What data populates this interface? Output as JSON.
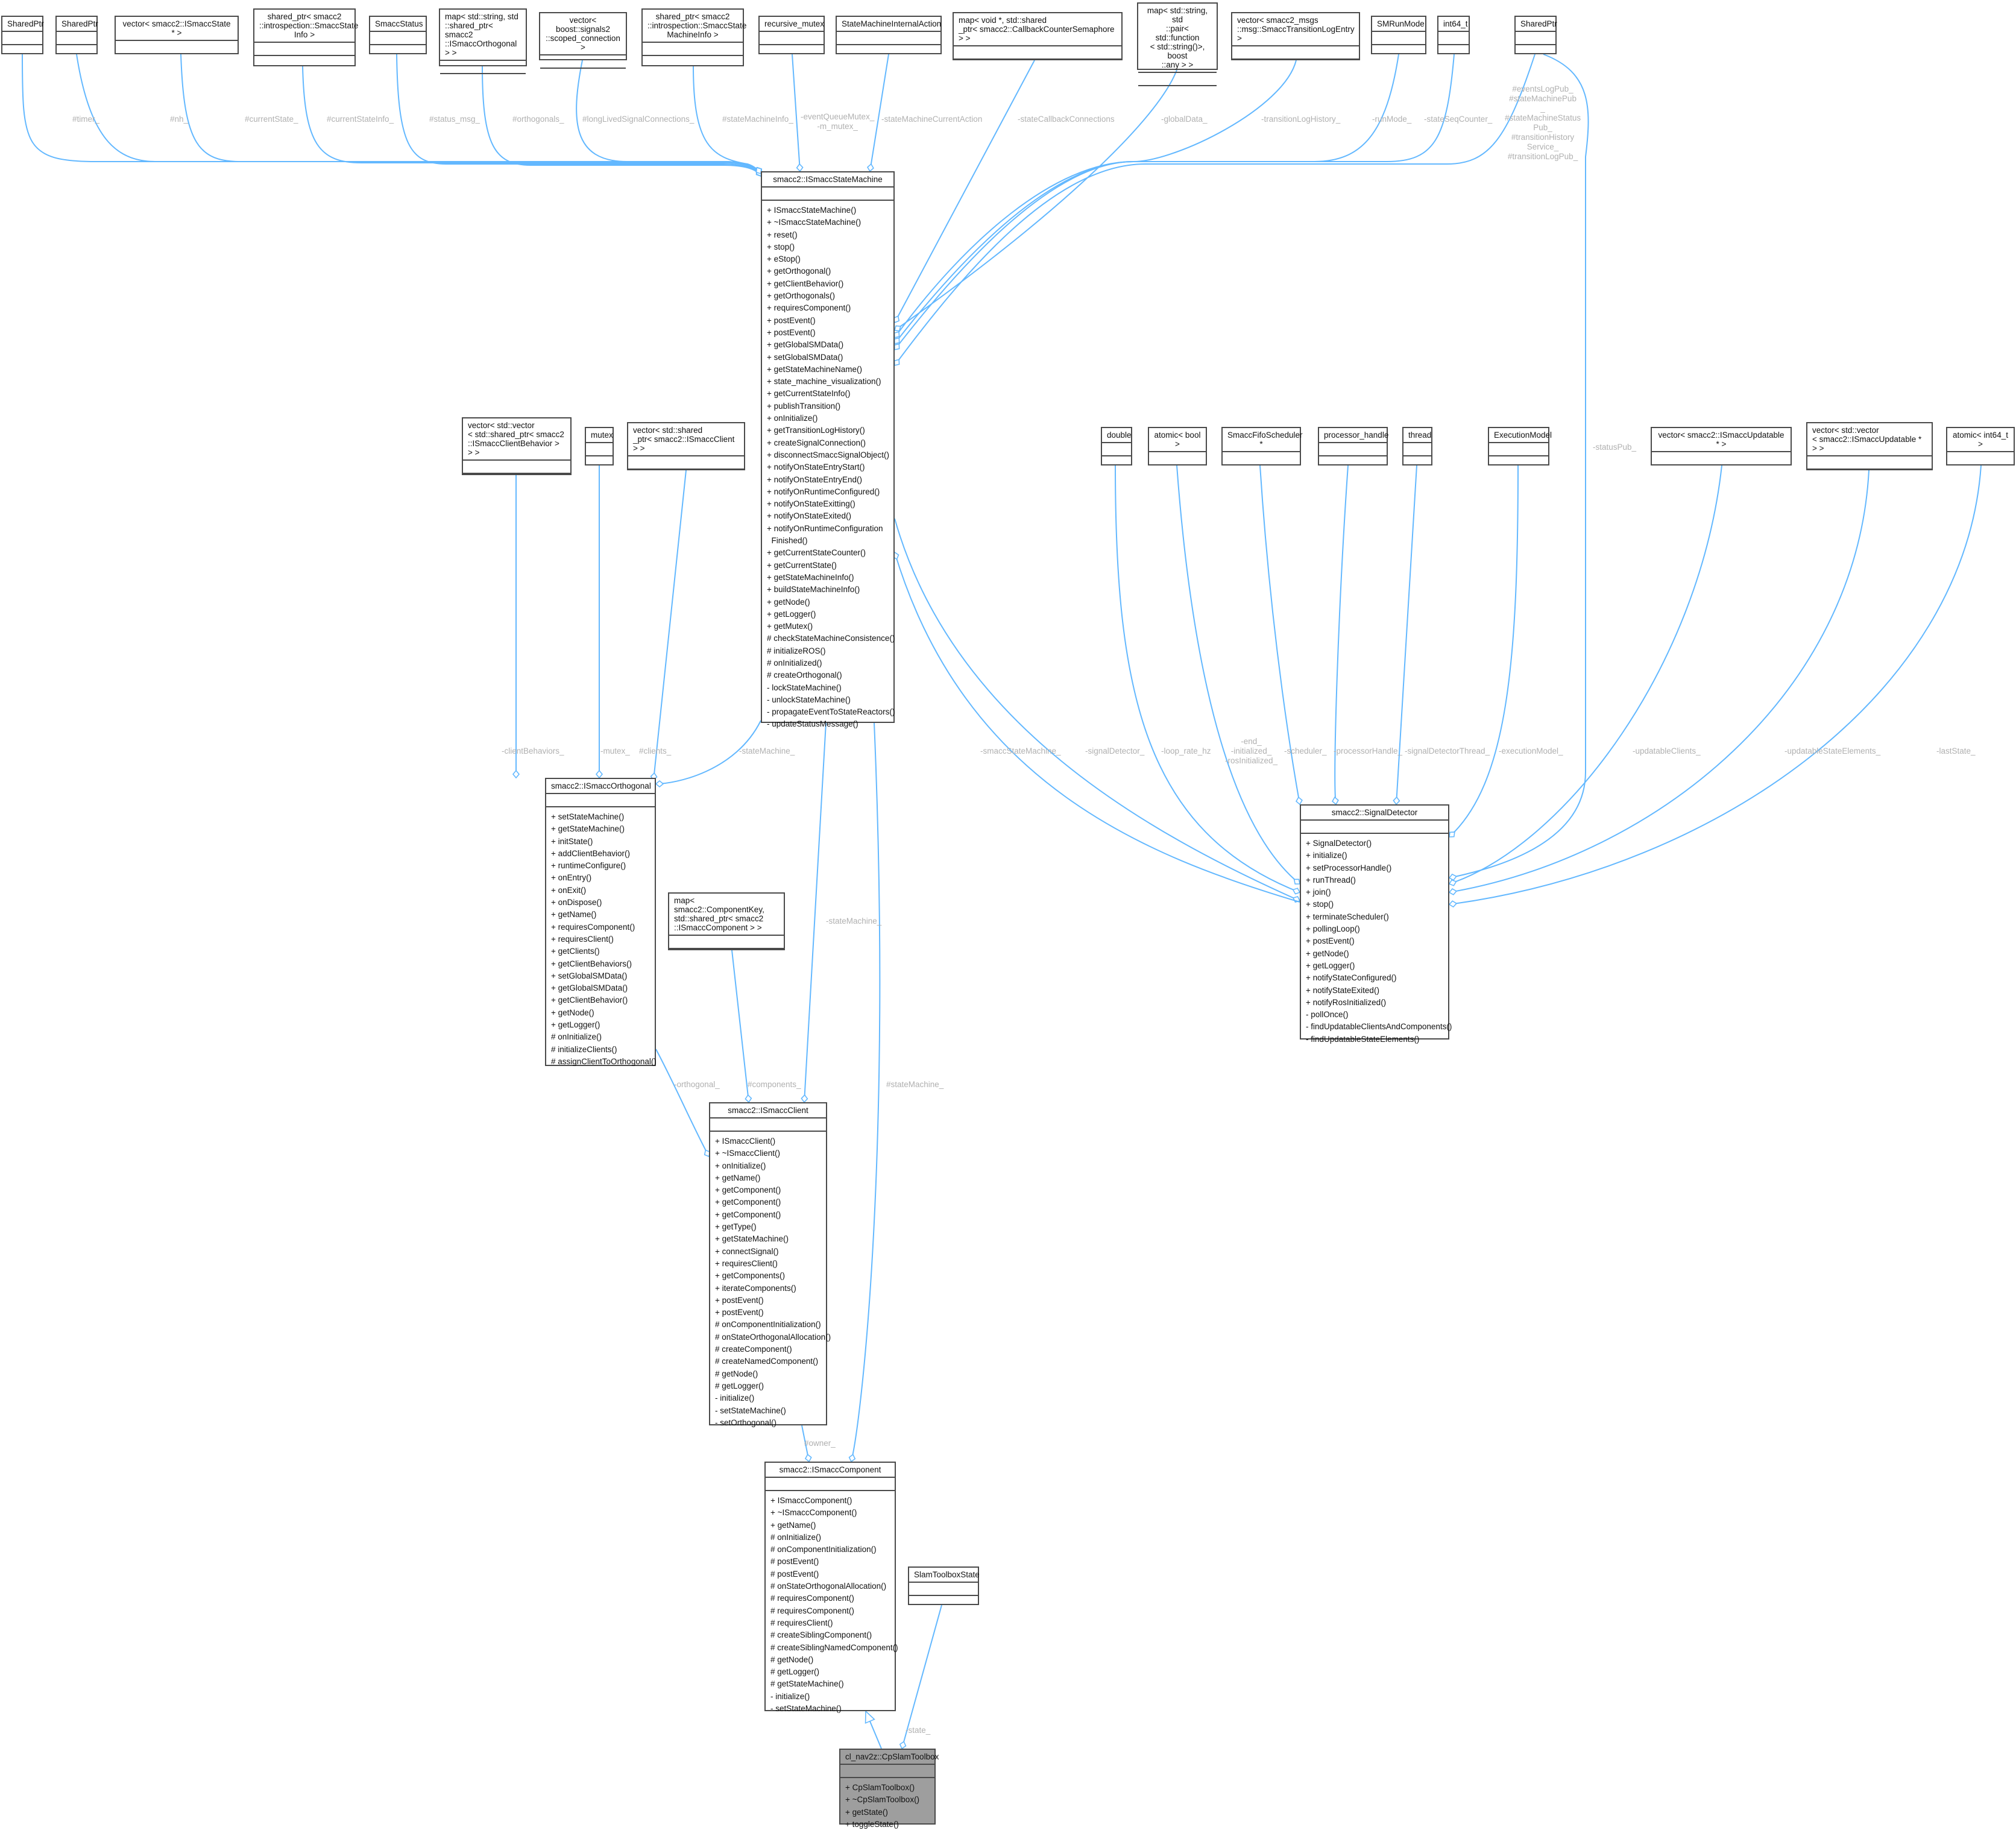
{
  "diagram": {
    "type": "uml-collaboration-diagram",
    "colors": {
      "edge": "#63b8ff",
      "box_border": "#4a4a4a",
      "label": "#b0b0b0",
      "highlight_fill": "#9e9e9e"
    },
    "nodes": [
      {
        "id": "sharedptr_1",
        "title": "SharedPtr"
      },
      {
        "id": "sharedptr_2",
        "title": "SharedPtr"
      },
      {
        "id": "vec_state",
        "title": "vector< smacc2::ISmaccState * >"
      },
      {
        "id": "sp_stateinfo",
        "title": "shared_ptr< smacc2\n::introspection::SmaccState\nInfo >"
      },
      {
        "id": "smacc_status",
        "title": "SmaccStatus"
      },
      {
        "id": "map_orthogonal",
        "title": "map< std::string, std\n::shared_ptr< smacc2\n::ISmaccOrthogonal > >"
      },
      {
        "id": "vec_scoped",
        "title": "vector< boost::signals2\n::scoped_connection >"
      },
      {
        "id": "sp_sminfo",
        "title": "shared_ptr< smacc2\n::introspection::SmaccState\nMachineInfo >"
      },
      {
        "id": "recursive_mutex",
        "title": "recursive_mutex"
      },
      {
        "id": "sm_internal_action",
        "title": "StateMachineInternalAction"
      },
      {
        "id": "map_semaphore",
        "title": "map< void *, std::shared\n_ptr< smacc2::CallbackCounterSemaphore > >"
      },
      {
        "id": "map_globaldata",
        "title": "map< std::string, std\n::pair< std::function\n< std::string()>, boost\n::any > >"
      },
      {
        "id": "vec_translog",
        "title": "vector< smacc2_msgs\n::msg::SmaccTransitionLogEntry >"
      },
      {
        "id": "smrunmode",
        "title": "SMRunMode"
      },
      {
        "id": "int64_t",
        "title": "int64_t"
      },
      {
        "id": "sharedptr_3",
        "title": "SharedPtr"
      },
      {
        "id": "istatemachine",
        "title": "smacc2::ISmaccStateMachine",
        "members": [
          "+ ISmaccStateMachine()",
          "+ ~ISmaccStateMachine()",
          "+ reset()",
          "+ stop()",
          "+ eStop()",
          "+ getOrthogonal()",
          "+ getClientBehavior()",
          "+ getOrthogonals()",
          "+ requiresComponent()",
          "+ postEvent()",
          "+ postEvent()",
          "+ getGlobalSMData()",
          "+ setGlobalSMData()",
          "+ getStateMachineName()",
          "+ state_machine_visualization()",
          "+ getCurrentStateInfo()",
          "+ publishTransition()",
          "+ onInitialize()",
          "+ getTransitionLogHistory()",
          "+ createSignalConnection()",
          "+ disconnectSmaccSignalObject()",
          "+ notifyOnStateEntryStart()",
          "+ notifyOnStateEntryEnd()",
          "+ notifyOnRuntimeConfigured()",
          "+ notifyOnStateExitting()",
          "+ notifyOnStateExited()",
          "+ notifyOnRuntimeConfiguration\n  Finished()",
          "+ getCurrentStateCounter()",
          "+ getCurrentState()",
          "+ getStateMachineInfo()",
          "+ buildStateMachineInfo()",
          "+ getNode()",
          "+ getLogger()",
          "+ getMutex()",
          "# checkStateMachineConsistence()",
          "# initializeROS()",
          "# onInitialized()",
          "# createOrthogonal()",
          "- lockStateMachine()",
          "- unlockStateMachine()",
          "- propagateEventToStateReactors()",
          "- updateStatusMessage()"
        ]
      },
      {
        "id": "vec_clientbehavior",
        "title": "vector< std::vector\n< std::shared_ptr< smacc2\n::ISmaccClientBehavior > > >"
      },
      {
        "id": "mutex",
        "title": "mutex"
      },
      {
        "id": "vec_clients",
        "title": "vector< std::shared\n_ptr< smacc2::ISmaccClient > >"
      },
      {
        "id": "iorthogonal",
        "title": "smacc2::ISmaccOrthogonal",
        "members": [
          "+ setStateMachine()",
          "+ getStateMachine()",
          "+ initState()",
          "+ addClientBehavior()",
          "+ runtimeConfigure()",
          "+ onEntry()",
          "+ onExit()",
          "+ onDispose()",
          "+ getName()",
          "+ requiresComponent()",
          "+ requiresClient()",
          "+ getClients()",
          "+ getClientBehaviors()",
          "+ setGlobalSMData()",
          "+ getGlobalSMData()",
          "+ getClientBehavior()",
          "+ getNode()",
          "+ getLogger()",
          "# onInitialize()",
          "# initializeClients()",
          "# assignClientToOrthogonal()"
        ]
      },
      {
        "id": "map_components",
        "title": "map< smacc2::ComponentKey,\n std::shared_ptr< smacc2\n::ISmaccComponent > >"
      },
      {
        "id": "iclient",
        "title": "smacc2::ISmaccClient",
        "members": [
          "+ ISmaccClient()",
          "+ ~ISmaccClient()",
          "+ onInitialize()",
          "+ getName()",
          "+ getComponent()",
          "+ getComponent()",
          "+ getComponent()",
          "+ getType()",
          "+ getStateMachine()",
          "+ connectSignal()",
          "+ requiresClient()",
          "+ getComponents()",
          "+ iterateComponents()",
          "+ postEvent()",
          "+ postEvent()",
          "# onComponentInitialization()",
          "# onStateOrthogonalAllocation()",
          "# createComponent()",
          "# createNamedComponent()",
          "# getNode()",
          "# getLogger()",
          "- initialize()",
          "- setStateMachine()",
          "- setOrthogonal()"
        ]
      },
      {
        "id": "icomponent",
        "title": "smacc2::ISmaccComponent",
        "members": [
          "+ ISmaccComponent()",
          "+ ~ISmaccComponent()",
          "+ getName()",
          "# onInitialize()",
          "# onComponentInitialization()",
          "# postEvent()",
          "# postEvent()",
          "# onStateOrthogonalAllocation()",
          "# requiresComponent()",
          "# requiresComponent()",
          "# requiresClient()",
          "# createSiblingComponent()",
          "# createSiblingNamedComponent()",
          "# getNode()",
          "# getLogger()",
          "# getStateMachine()",
          "- initialize()",
          "- setStateMachine()"
        ]
      },
      {
        "id": "slam_state",
        "title": "SlamToolboxState"
      },
      {
        "id": "cpslam",
        "title": "cl_nav2z::CpSlamToolbox",
        "members": [
          "+ CpSlamToolbox()",
          "+ ~CpSlamToolbox()",
          "+ getState()",
          "+ toggleState()"
        ]
      },
      {
        "id": "double",
        "title": "double"
      },
      {
        "id": "atomic_bool",
        "title": "atomic< bool >"
      },
      {
        "id": "fifo_scheduler",
        "title": "SmaccFifoScheduler *"
      },
      {
        "id": "processor_handle",
        "title": "processor_handle"
      },
      {
        "id": "thread",
        "title": "thread"
      },
      {
        "id": "execution_model",
        "title": "ExecutionModel"
      },
      {
        "id": "vec_updatable",
        "title": "vector< smacc2::ISmaccUpdatable * >"
      },
      {
        "id": "vec_vec_updatable",
        "title": "vector< std::vector\n< smacc2::ISmaccUpdatable * > >"
      },
      {
        "id": "atomic_int64",
        "title": "atomic< int64_t >"
      },
      {
        "id": "signaldetector",
        "title": "smacc2::SignalDetector",
        "members": [
          "+ SignalDetector()",
          "+ initialize()",
          "+ setProcessorHandle()",
          "+ runThread()",
          "+ join()",
          "+ stop()",
          "+ terminateScheduler()",
          "+ pollingLoop()",
          "+ postEvent()",
          "+ getNode()",
          "+ getLogger()",
          "+ notifyStateConfigured()",
          "+ notifyStateExited()",
          "+ notifyRosInitialized()",
          "- pollOnce()",
          "- findUpdatableClientsAndComponents()",
          "- findUpdatableStateElements()"
        ]
      }
    ],
    "edge_labels": [
      {
        "id": "timer",
        "text": "#timer_"
      },
      {
        "id": "nh",
        "text": "#nh_"
      },
      {
        "id": "currentState",
        "text": "#currentState_"
      },
      {
        "id": "currentStateInfo",
        "text": "#currentStateInfo_"
      },
      {
        "id": "status_msg",
        "text": "#status_msg_"
      },
      {
        "id": "orthogonals",
        "text": "#orthogonals_"
      },
      {
        "id": "longLived",
        "text": "#longLivedSignalConnections_"
      },
      {
        "id": "stateMachineInfo",
        "text": "#stateMachineInfo_"
      },
      {
        "id": "eventQueueMutex",
        "text": "-eventQueueMutex_\n-m_mutex_"
      },
      {
        "id": "smCurrentAction",
        "text": "-stateMachineCurrentAction"
      },
      {
        "id": "stateCallback",
        "text": "-stateCallbackConnections"
      },
      {
        "id": "globalData",
        "text": "-globalData_"
      },
      {
        "id": "transitionLog",
        "text": "-transitionLogHistory_"
      },
      {
        "id": "runMode",
        "text": "-runMode_"
      },
      {
        "id": "stateSeqCounter",
        "text": "-stateSeqCounter_"
      },
      {
        "id": "eventsLogPub",
        "text": "#eventsLogPub_\n#stateMachinePub\n_\n#stateMachineStatus\nPub_\n#transitionHistory\nService_\n#transitionLogPub_"
      },
      {
        "id": "statusPub",
        "text": "-statusPub_"
      },
      {
        "id": "clientBehaviors",
        "text": "-clientBehaviors_"
      },
      {
        "id": "mutex_e",
        "text": "-mutex_"
      },
      {
        "id": "clients",
        "text": "#clients_"
      },
      {
        "id": "stateMachine_orth",
        "text": "-stateMachine_"
      },
      {
        "id": "stateMachine_client",
        "text": "-stateMachine_"
      },
      {
        "id": "components",
        "text": "#components_"
      },
      {
        "id": "orthogonal",
        "text": "-orthogonal_"
      },
      {
        "id": "stateMachine_comp",
        "text": "#stateMachine_"
      },
      {
        "id": "owner",
        "text": "#owner_"
      },
      {
        "id": "state",
        "text": "-state_"
      },
      {
        "id": "smaccStateMachine",
        "text": "-smaccStateMachine_"
      },
      {
        "id": "signalDetector",
        "text": "-signalDetector_"
      },
      {
        "id": "loop_rate",
        "text": "-loop_rate_hz"
      },
      {
        "id": "end",
        "text": "-end_\n-initialized_\n-rosInitialized_"
      },
      {
        "id": "scheduler",
        "text": "-scheduler_"
      },
      {
        "id": "processorHandle",
        "text": "-processorHandle_"
      },
      {
        "id": "signalDetectorThread",
        "text": "-signalDetectorThread_"
      },
      {
        "id": "executionModel",
        "text": "-executionModel_"
      },
      {
        "id": "updatableClients",
        "text": "-updatableClients_"
      },
      {
        "id": "updatableStateElements",
        "text": "-updatableStateElements_"
      },
      {
        "id": "lastState",
        "text": "-lastState_"
      }
    ]
  }
}
